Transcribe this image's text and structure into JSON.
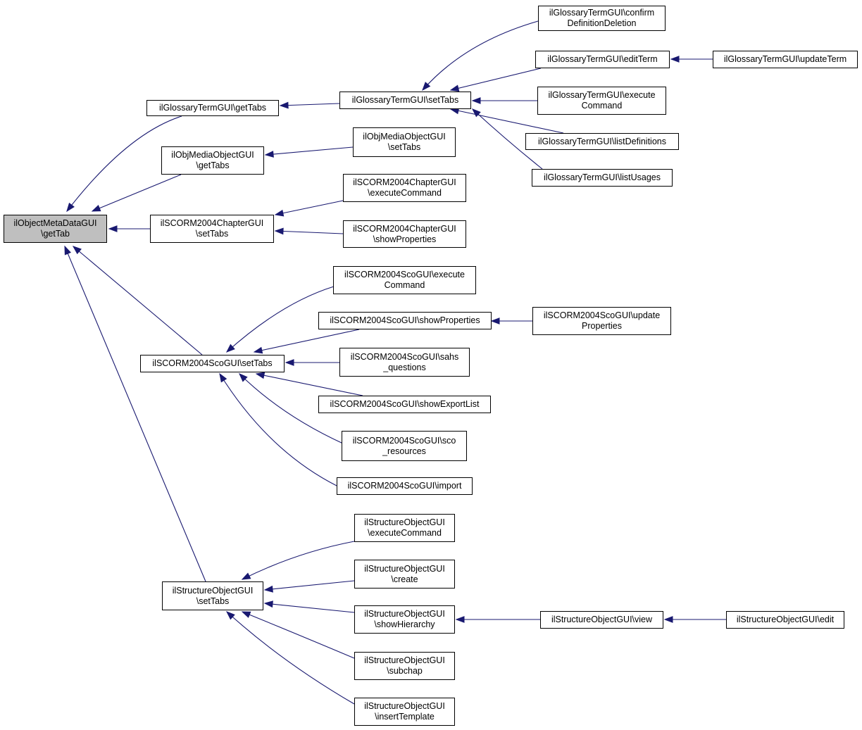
{
  "diagram": {
    "edge_color": "#191970",
    "root_fill": "#bfbfbf",
    "node_fill": "#ffffff",
    "nodes": [
      {
        "id": "root",
        "lines": [
          "ilObjectMetaDataGUI",
          "\\getTab"
        ]
      },
      {
        "id": "gt_getTabs",
        "lines": [
          "ilGlossaryTermGUI\\getTabs"
        ]
      },
      {
        "id": "gt_setTabs",
        "lines": [
          "ilGlossaryTermGUI\\setTabs"
        ]
      },
      {
        "id": "gt_confirm",
        "lines": [
          "ilGlossaryTermGUI\\confirm",
          "DefinitionDeletion"
        ]
      },
      {
        "id": "gt_editTerm",
        "lines": [
          "ilGlossaryTermGUI\\editTerm"
        ]
      },
      {
        "id": "gt_updateTerm",
        "lines": [
          "ilGlossaryTermGUI\\updateTerm"
        ]
      },
      {
        "id": "gt_execute",
        "lines": [
          "ilGlossaryTermGUI\\execute",
          "Command"
        ]
      },
      {
        "id": "gt_listDefs",
        "lines": [
          "ilGlossaryTermGUI\\listDefinitions"
        ]
      },
      {
        "id": "gt_listUsages",
        "lines": [
          "ilGlossaryTermGUI\\listUsages"
        ]
      },
      {
        "id": "mo_getTabs",
        "lines": [
          "ilObjMediaObjectGUI",
          "\\getTabs"
        ]
      },
      {
        "id": "mo_setTabs",
        "lines": [
          "ilObjMediaObjectGUI",
          "\\setTabs"
        ]
      },
      {
        "id": "ch_setTabs",
        "lines": [
          "ilSCORM2004ChapterGUI",
          "\\setTabs"
        ]
      },
      {
        "id": "ch_execute",
        "lines": [
          "ilSCORM2004ChapterGUI",
          "\\executeCommand"
        ]
      },
      {
        "id": "ch_showProps",
        "lines": [
          "ilSCORM2004ChapterGUI",
          "\\showProperties"
        ]
      },
      {
        "id": "sco_setTabs",
        "lines": [
          "ilSCORM2004ScoGUI\\setTabs"
        ]
      },
      {
        "id": "sco_execute",
        "lines": [
          "ilSCORM2004ScoGUI\\execute",
          "Command"
        ]
      },
      {
        "id": "sco_showProps",
        "lines": [
          "ilSCORM2004ScoGUI\\showProperties"
        ]
      },
      {
        "id": "sco_updateProps",
        "lines": [
          "ilSCORM2004ScoGUI\\update",
          "Properties"
        ]
      },
      {
        "id": "sco_sahs",
        "lines": [
          "ilSCORM2004ScoGUI\\sahs",
          "_questions"
        ]
      },
      {
        "id": "sco_export",
        "lines": [
          "ilSCORM2004ScoGUI\\showExportList"
        ]
      },
      {
        "id": "sco_res",
        "lines": [
          "ilSCORM2004ScoGUI\\sco",
          "_resources"
        ]
      },
      {
        "id": "sco_import",
        "lines": [
          "ilSCORM2004ScoGUI\\import"
        ]
      },
      {
        "id": "so_setTabs",
        "lines": [
          "ilStructureObjectGUI",
          "\\setTabs"
        ]
      },
      {
        "id": "so_execute",
        "lines": [
          "ilStructureObjectGUI",
          "\\executeCommand"
        ]
      },
      {
        "id": "so_create",
        "lines": [
          "ilStructureObjectGUI",
          "\\create"
        ]
      },
      {
        "id": "so_showHier",
        "lines": [
          "ilStructureObjectGUI",
          "\\showHierarchy"
        ]
      },
      {
        "id": "so_view",
        "lines": [
          "ilStructureObjectGUI\\view"
        ]
      },
      {
        "id": "so_edit",
        "lines": [
          "ilStructureObjectGUI\\edit"
        ]
      },
      {
        "id": "so_subchap",
        "lines": [
          "ilStructureObjectGUI",
          "\\subchap"
        ]
      },
      {
        "id": "so_insert",
        "lines": [
          "ilStructureObjectGUI",
          "\\insertTemplate"
        ]
      }
    ],
    "edges": [
      {
        "from": "gt_getTabs",
        "to": "root"
      },
      {
        "from": "mo_getTabs",
        "to": "root"
      },
      {
        "from": "ch_setTabs",
        "to": "root"
      },
      {
        "from": "sco_setTabs",
        "to": "root"
      },
      {
        "from": "so_setTabs",
        "to": "root"
      },
      {
        "from": "gt_setTabs",
        "to": "gt_getTabs"
      },
      {
        "from": "gt_confirm",
        "to": "gt_setTabs"
      },
      {
        "from": "gt_editTerm",
        "to": "gt_setTabs"
      },
      {
        "from": "gt_execute",
        "to": "gt_setTabs"
      },
      {
        "from": "gt_listDefs",
        "to": "gt_setTabs"
      },
      {
        "from": "gt_listUsages",
        "to": "gt_setTabs"
      },
      {
        "from": "gt_updateTerm",
        "to": "gt_editTerm"
      },
      {
        "from": "mo_setTabs",
        "to": "mo_getTabs"
      },
      {
        "from": "ch_execute",
        "to": "ch_setTabs"
      },
      {
        "from": "ch_showProps",
        "to": "ch_setTabs"
      },
      {
        "from": "sco_execute",
        "to": "sco_setTabs"
      },
      {
        "from": "sco_showProps",
        "to": "sco_setTabs"
      },
      {
        "from": "sco_sahs",
        "to": "sco_setTabs"
      },
      {
        "from": "sco_export",
        "to": "sco_setTabs"
      },
      {
        "from": "sco_res",
        "to": "sco_setTabs"
      },
      {
        "from": "sco_import",
        "to": "sco_setTabs"
      },
      {
        "from": "sco_updateProps",
        "to": "sco_showProps"
      },
      {
        "from": "so_execute",
        "to": "so_setTabs"
      },
      {
        "from": "so_create",
        "to": "so_setTabs"
      },
      {
        "from": "so_showHier",
        "to": "so_setTabs"
      },
      {
        "from": "so_subchap",
        "to": "so_setTabs"
      },
      {
        "from": "so_insert",
        "to": "so_setTabs"
      },
      {
        "from": "so_view",
        "to": "so_showHier"
      },
      {
        "from": "so_edit",
        "to": "so_view"
      }
    ]
  }
}
